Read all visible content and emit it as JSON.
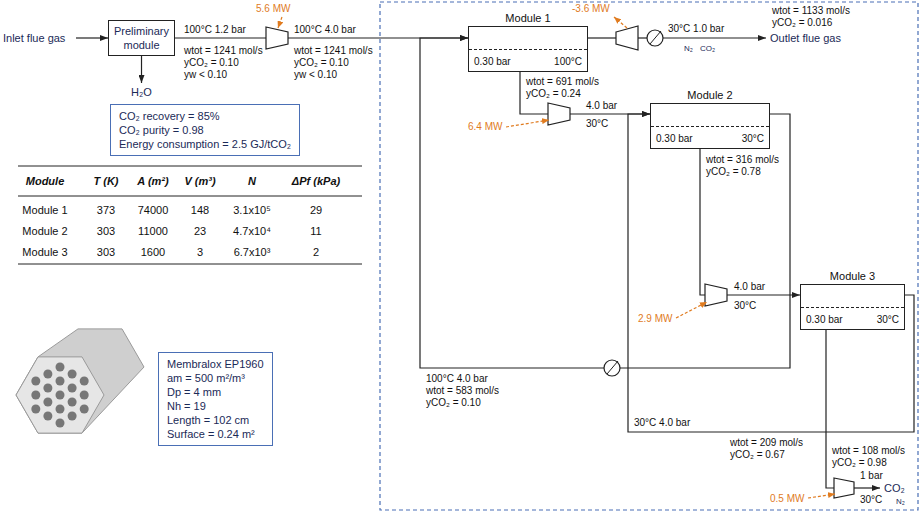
{
  "diagram": {
    "nodes": [
      {
        "text": [
          "Preliminary module"
        ]
      },
      {
        "text": [
          "Module 1",
          "0.30 bar",
          "100°C"
        ]
      },
      {
        "text": [
          "Module 2",
          "0.30 bar",
          "30°C"
        ]
      },
      {
        "text": [
          "Module 3",
          "0.30 bar",
          "30°C"
        ]
      },
      {
        "text": [
          "CO₂ recovery = 85%",
          "CO₂ purity = 0.98",
          "Energy consumption = 2.5 GJ/tCO₂"
        ]
      },
      {
        "text": [
          "Membralox EP1960",
          "am = 500 m²/m³",
          "Dp = 4 mm",
          "Nh = 19",
          "Length = 102 cm",
          "Surface = 0.24 m²"
        ]
      }
    ],
    "edges": [
      {
        "from": 0,
        "to": 1,
        "arrow": "to"
      },
      {
        "from": 1,
        "to": 2,
        "arrow": "to"
      },
      {
        "from": 2,
        "to": 1,
        "arrow": "to"
      },
      {
        "from": 2,
        "to": 3,
        "arrow": "to"
      },
      {
        "from": 3,
        "to": 2,
        "arrow": "to"
      }
    ],
    "labels": [
      "Inlet flue gas",
      "H₂O",
      "100°C 1.2 bar",
      "wtot = 1241 mol/s",
      "yCO₂ = 0.10",
      "yw < 0.10",
      "5.6 MW",
      "100°C 4.0 bar",
      "wtot = 1241 mol/s",
      "yCO₂ = 0.10",
      "yw < 0.10",
      "-3.6 MW",
      "30°C 1.0 bar",
      "N₂",
      "CO₂",
      "wtot = 1133 mol/s",
      "yCO₂ = 0.016",
      "Outlet flue gas",
      "wtot = 691 mol/s",
      "yCO₂ = 0.24",
      "6.4 MW",
      "4.0 bar",
      "30°C",
      "100°C 4.0 bar",
      "wtot = 583 mol/s",
      "yCO₂ = 0.10",
      "wtot = 316 mol/s",
      "yCO₂ = 0.78",
      "2.9 MW",
      "4.0 bar",
      "30°C",
      "30°C 4.0 bar",
      "wtot = 209 mol/s",
      "yCO₂ = 0.67",
      "wtot = 108 mol/s",
      "yCO₂ = 0.98",
      "0.5 MW",
      "1 bar",
      "30°C",
      "CO₂",
      "N₂",
      "Module",
      "T (K)",
      "A (m²)",
      "V (m³)",
      "N",
      "ΔPf (kPa)",
      "Module 1",
      "373",
      "74000",
      "148",
      "3.1x10⁵",
      "29",
      "Module 2",
      "303",
      "11000",
      "23",
      "4.7x10⁴",
      "11",
      "Module 3",
      "303",
      "1600",
      "3",
      "6.7x10³",
      "2"
    ]
  }
}
